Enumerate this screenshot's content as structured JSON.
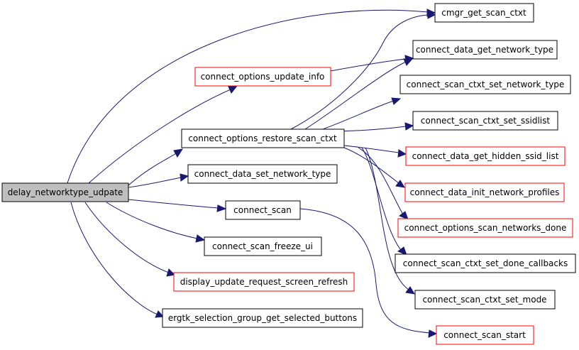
{
  "colors": {
    "edge": "#191970",
    "root_fill": "#bfbfbf",
    "node_border_default": "#000000",
    "node_border_undocumented": "#ff0000"
  },
  "nodes": {
    "root": "delay_networktype_udpate",
    "cmgr": "cmgr_get_scan_ctxt",
    "update_info": "connect_options_update_info",
    "get_net_type": "connect_data_get_network_type",
    "ctxt_set_net_type": "connect_scan_ctxt_set_network_type",
    "restore_ctxt": "connect_options_restore_scan_ctxt",
    "set_ssidlist": "connect_scan_ctxt_set_ssidlist",
    "set_net_type": "connect_data_set_network_type",
    "hidden_ssid": "connect_data_get_hidden_ssid_list",
    "init_profiles": "connect_data_init_network_profiles",
    "scan": "connect_scan",
    "scan_done": "connect_options_scan_networks_done",
    "freeze_ui": "connect_scan_freeze_ui",
    "done_callbacks": "connect_scan_ctxt_set_done_callbacks",
    "screen_refresh": "display_update_request_screen_refresh",
    "set_mode": "connect_scan_ctxt_set_mode",
    "selected_buttons": "ergtk_selection_group_get_selected_buttons",
    "scan_start": "connect_scan_start"
  }
}
